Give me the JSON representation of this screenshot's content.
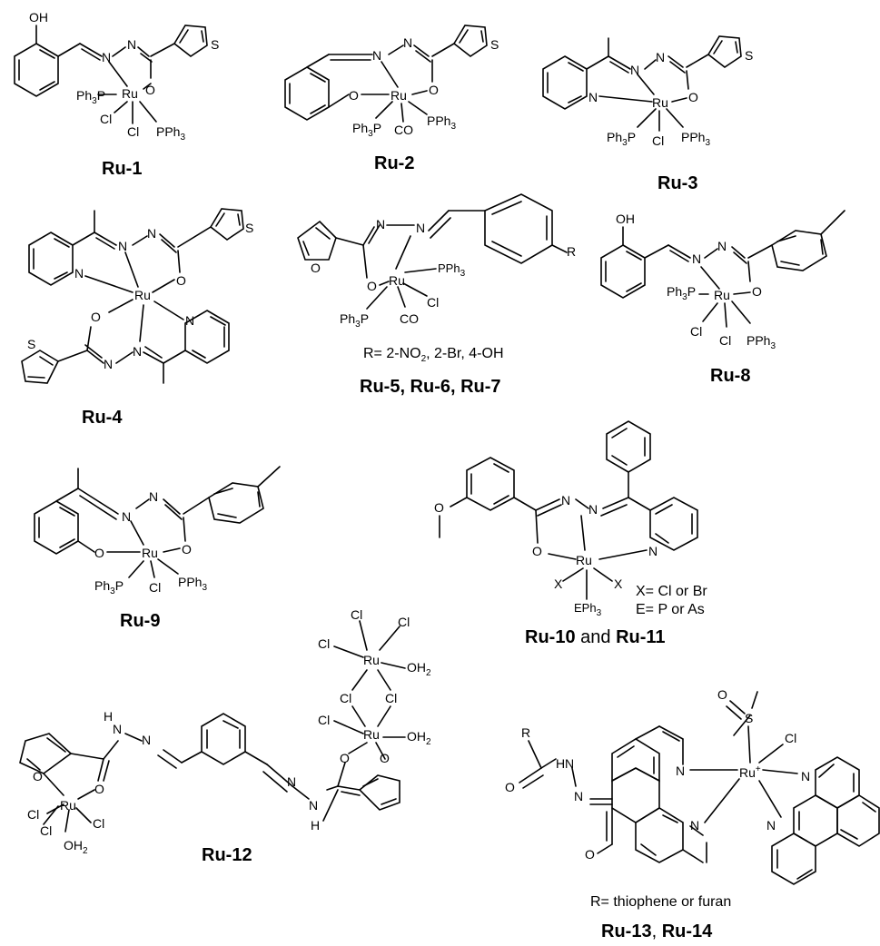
{
  "atoms": {
    "oh": "OH",
    "o": "O",
    "n": "N",
    "s": "S",
    "ru": "Ru",
    "ru_plus": "+",
    "cl": "Cl",
    "pph3": "PPh",
    "ph3p": "Ph",
    "three": "3",
    "co": "CO",
    "oh2": "OH",
    "two": "2",
    "h": "H",
    "r": "R",
    "x": "X",
    "eph3": "EPh",
    "p": "P"
  },
  "captions": {
    "ru1": "Ru-1",
    "ru2": "Ru-2",
    "ru3": "Ru-3",
    "ru4": "Ru-4",
    "ru5_7": "Ru-5, Ru-6, Ru-7",
    "ru8": "Ru-8",
    "ru9": "Ru-9",
    "ru10": "Ru-10",
    "and": " and ",
    "ru11": "Ru-11",
    "ru12": "Ru-12",
    "ru13": "Ru-13",
    "comma": ", ",
    "ru14": "Ru-14"
  },
  "notes": {
    "ru5_r_pre": "R= 2-NO",
    "ru5_r_sub": "2",
    "ru5_r_post": ", 2-Br, 4-OH",
    "ru10_x": "X= Cl or Br",
    "ru10_e": "E= P or As",
    "ru13_r": "R= thiophene or furan"
  }
}
